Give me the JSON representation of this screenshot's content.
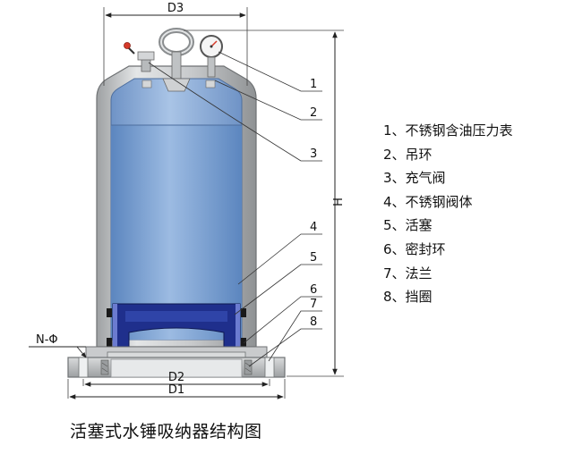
{
  "dimensions": {
    "d3": "D3",
    "h": "H",
    "d2": "D2",
    "d1": "D1",
    "n_phi": "N-Φ"
  },
  "callouts": [
    "1",
    "2",
    "3",
    "4",
    "5",
    "6",
    "7",
    "8"
  ],
  "legend": [
    "1、不锈钢含油压力表",
    "2、吊环",
    "3、充气阀",
    "4、不锈钢阀体",
    "5、活塞",
    "6、密封环",
    "7、法兰",
    "8、挡圈"
  ],
  "caption": "活塞式水锤吸纳器结构图",
  "colors": {
    "liquid": "#7ea6d6",
    "liquid_dark": "#4f79b4",
    "steel": "#c4c6c8",
    "steel_dark": "#8e9193",
    "piston": "#1f2f8c",
    "valve_red": "#d63a2a"
  }
}
